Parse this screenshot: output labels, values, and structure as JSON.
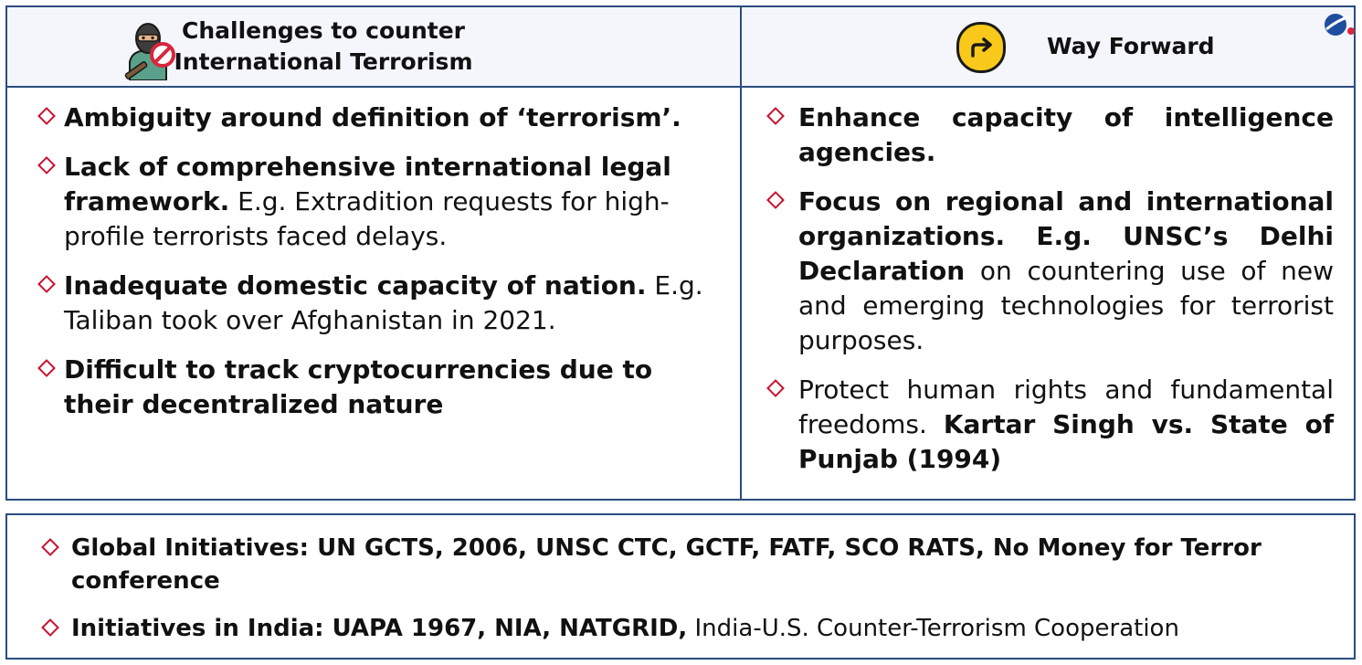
{
  "left_header": {
    "title_line1": "Challenges to counter",
    "title_line2": "International Terrorism",
    "icon": "terrorist-icon"
  },
  "right_header": {
    "title": "Way Forward",
    "icon": "arrow-right-icon"
  },
  "challenges": [
    {
      "bold": "Ambiguity around definition of ‘terrorism’.",
      "text": ""
    },
    {
      "bold": "Lack of comprehensive international legal framework.",
      "text": " E.g. Extradition requests for high-profile terrorists faced delays."
    },
    {
      "bold": "Inadequate domestic capacity of nation.",
      "text": " E.g. Taliban took over Afghanistan in 2021."
    },
    {
      "bold": "Difficult to track cryptocurrencies due to their decentralized nature",
      "text": ""
    }
  ],
  "way_forward": [
    {
      "bold": "Enhance capacity of intelligence agencies.",
      "text": "",
      "bold2": ""
    },
    {
      "bold": "Focus on regional and international organizations. E.g. UNSC’s Delhi Declaration",
      "text": " on countering use of new and emerging technologies for terrorist purposes.",
      "bold2": ""
    },
    {
      "bold": "",
      "text": "Protect human rights and fundamental freedoms. ",
      "bold2": "Kartar Singh vs. State of Punjab (1994)"
    }
  ],
  "initiatives": [
    {
      "bold": "Global Initiatives: UN GCTS, 2006, UNSC CTC, GCTF, FATF, SCO RATS, No Money for Terror conference",
      "text": ""
    },
    {
      "bold": "Initiatives in India: UAPA 1967, NIA, NATGRID,",
      "text": " India-U.S. Counter-Terrorism Cooperation"
    }
  ],
  "colors": {
    "border": "#2b4c7e",
    "bullet": "#c8102e",
    "arrow_bg": "#f8c91a"
  }
}
